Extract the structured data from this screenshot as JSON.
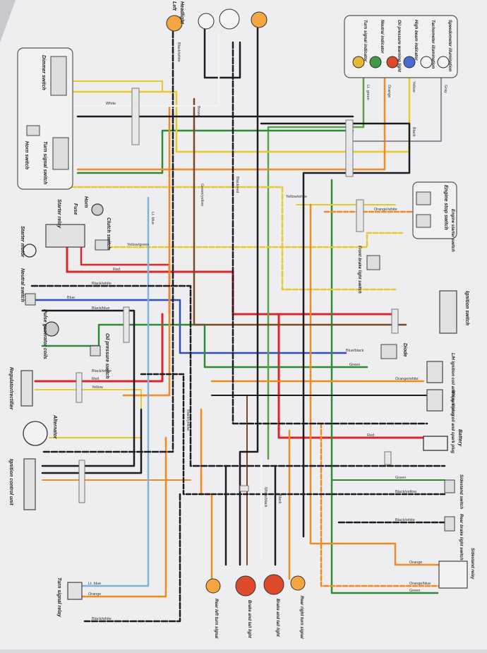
{
  "colors": {
    "paper": "#eeedf0",
    "shadow": "#c9c8cc",
    "black": "#1c1c1f",
    "red": "#d8262a",
    "orange": "#f28a1e",
    "yellow": "#e6c92a",
    "green": "#2f8a36",
    "blue": "#2e4fb8",
    "white": "#f4f4f4",
    "gray": "#8f8f94",
    "brown": "#7a4a22"
  },
  "components": {
    "headlight_top_a": "Headlight",
    "headlight_top_b": "Left",
    "speedometer": "Speedometer illumination",
    "tachometer": "Tachometer illumination",
    "high_beam": "High beam indicator",
    "neutral_ind": "Neutral indicator",
    "oil_ind": "Oil pressure warning light",
    "turn_ind": "Turn signal indicator",
    "dimmer": "Dimmer switch",
    "horn_switch": "Horn switch",
    "turn_switch": "Turn signal switch",
    "horn": "Horn",
    "starter_relay": "Starter relay",
    "fuse": "Fuse",
    "starter_motor": "Starter motor",
    "clutch_switch": "Clutch switch",
    "neutral_switch": "Neutral switch",
    "pulse_coils": "Pulse generator coils",
    "oil_switch": "Oil pressure switch",
    "regulator": "Regulator/rectifier",
    "alternator": "Alternator",
    "ignition_unit": "Ignition control unit",
    "turn_relay": "Turn signal relay",
    "engine_stop": "Engine stop switch",
    "starter_switch": "Engine starter switch",
    "front_brake": "Front brake light switch",
    "ignition_switch": "Ignition switch",
    "diode": "Diode",
    "lh_coil": "L/H ignition coil and spark plug",
    "rh_coil": "R/H ignition coil and spark plug",
    "battery": "Battery",
    "sidestand": "Sidestand switch",
    "rear_brake": "Rear brake light switch",
    "sidestand_relay": "Sidestand relay",
    "rear_left": "Rear left turn signal",
    "brake_tail_1": "Brake and tail light",
    "brake_tail_2": "Brake and tail light",
    "rear_right": "Rear right turn signal"
  },
  "wires": {
    "black_white": "Black/white",
    "black_yellow": "Black/yellow",
    "black_red": "Black/red",
    "black_blue": "Black/blue",
    "lt_green": "Lt. green",
    "lt_blue": "Lt. blue",
    "green_yellow": "Green/yellow",
    "yellow_white": "Yellow/white",
    "yellow_green": "Yellow/green",
    "orange_white": "Orange/white",
    "orange_blue": "Orange/blue",
    "white_black": "White/black",
    "blue_black": "Blue/black",
    "red": "Red",
    "green": "Green",
    "orange": "Orange",
    "yellow": "Yellow",
    "white": "White",
    "black": "Black",
    "brown": "Brown",
    "blue": "Blue",
    "gray": "Gray"
  }
}
